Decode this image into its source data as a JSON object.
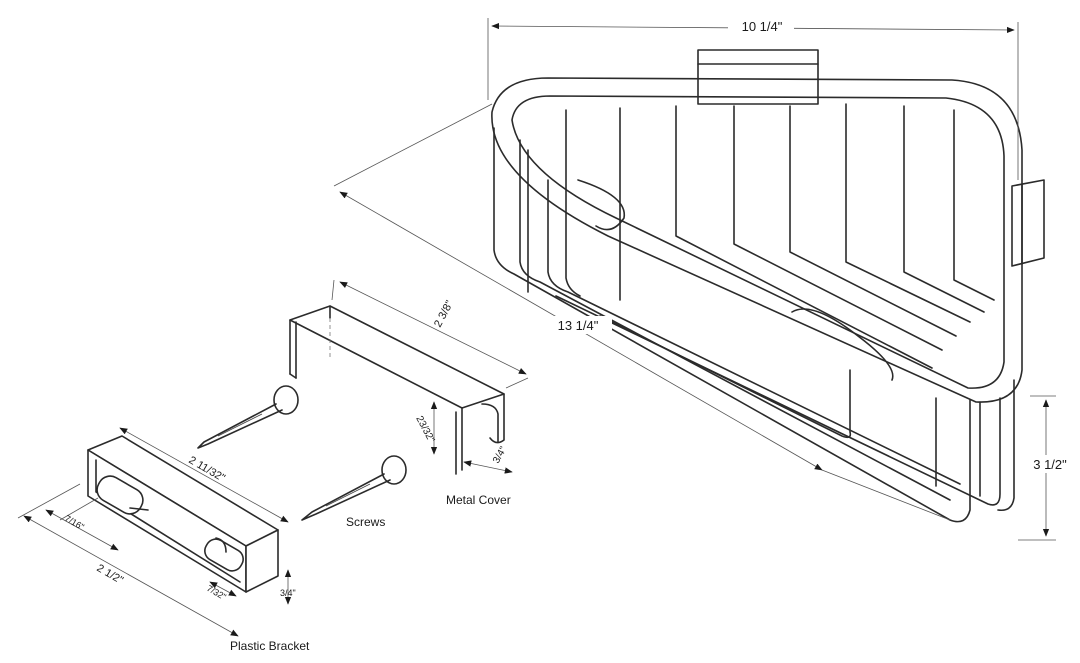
{
  "basket": {
    "width_label": "10 1/4\"",
    "depth_label": "13 1/4\"",
    "height_label": "3 1/2\""
  },
  "metal_cover": {
    "name": "Metal Cover",
    "length_label": "2 3/8\"",
    "height_label": "23/32\"",
    "depth_label": "3/4\""
  },
  "screws": {
    "name": "Screws"
  },
  "plastic_bracket": {
    "name": "Plastic Bracket",
    "length_label": "2 11/32\"",
    "overall_label": "2 1/2\"",
    "slot_label": "7/16\"",
    "hole_label": "7/32\"",
    "height_label": "3/4\""
  }
}
